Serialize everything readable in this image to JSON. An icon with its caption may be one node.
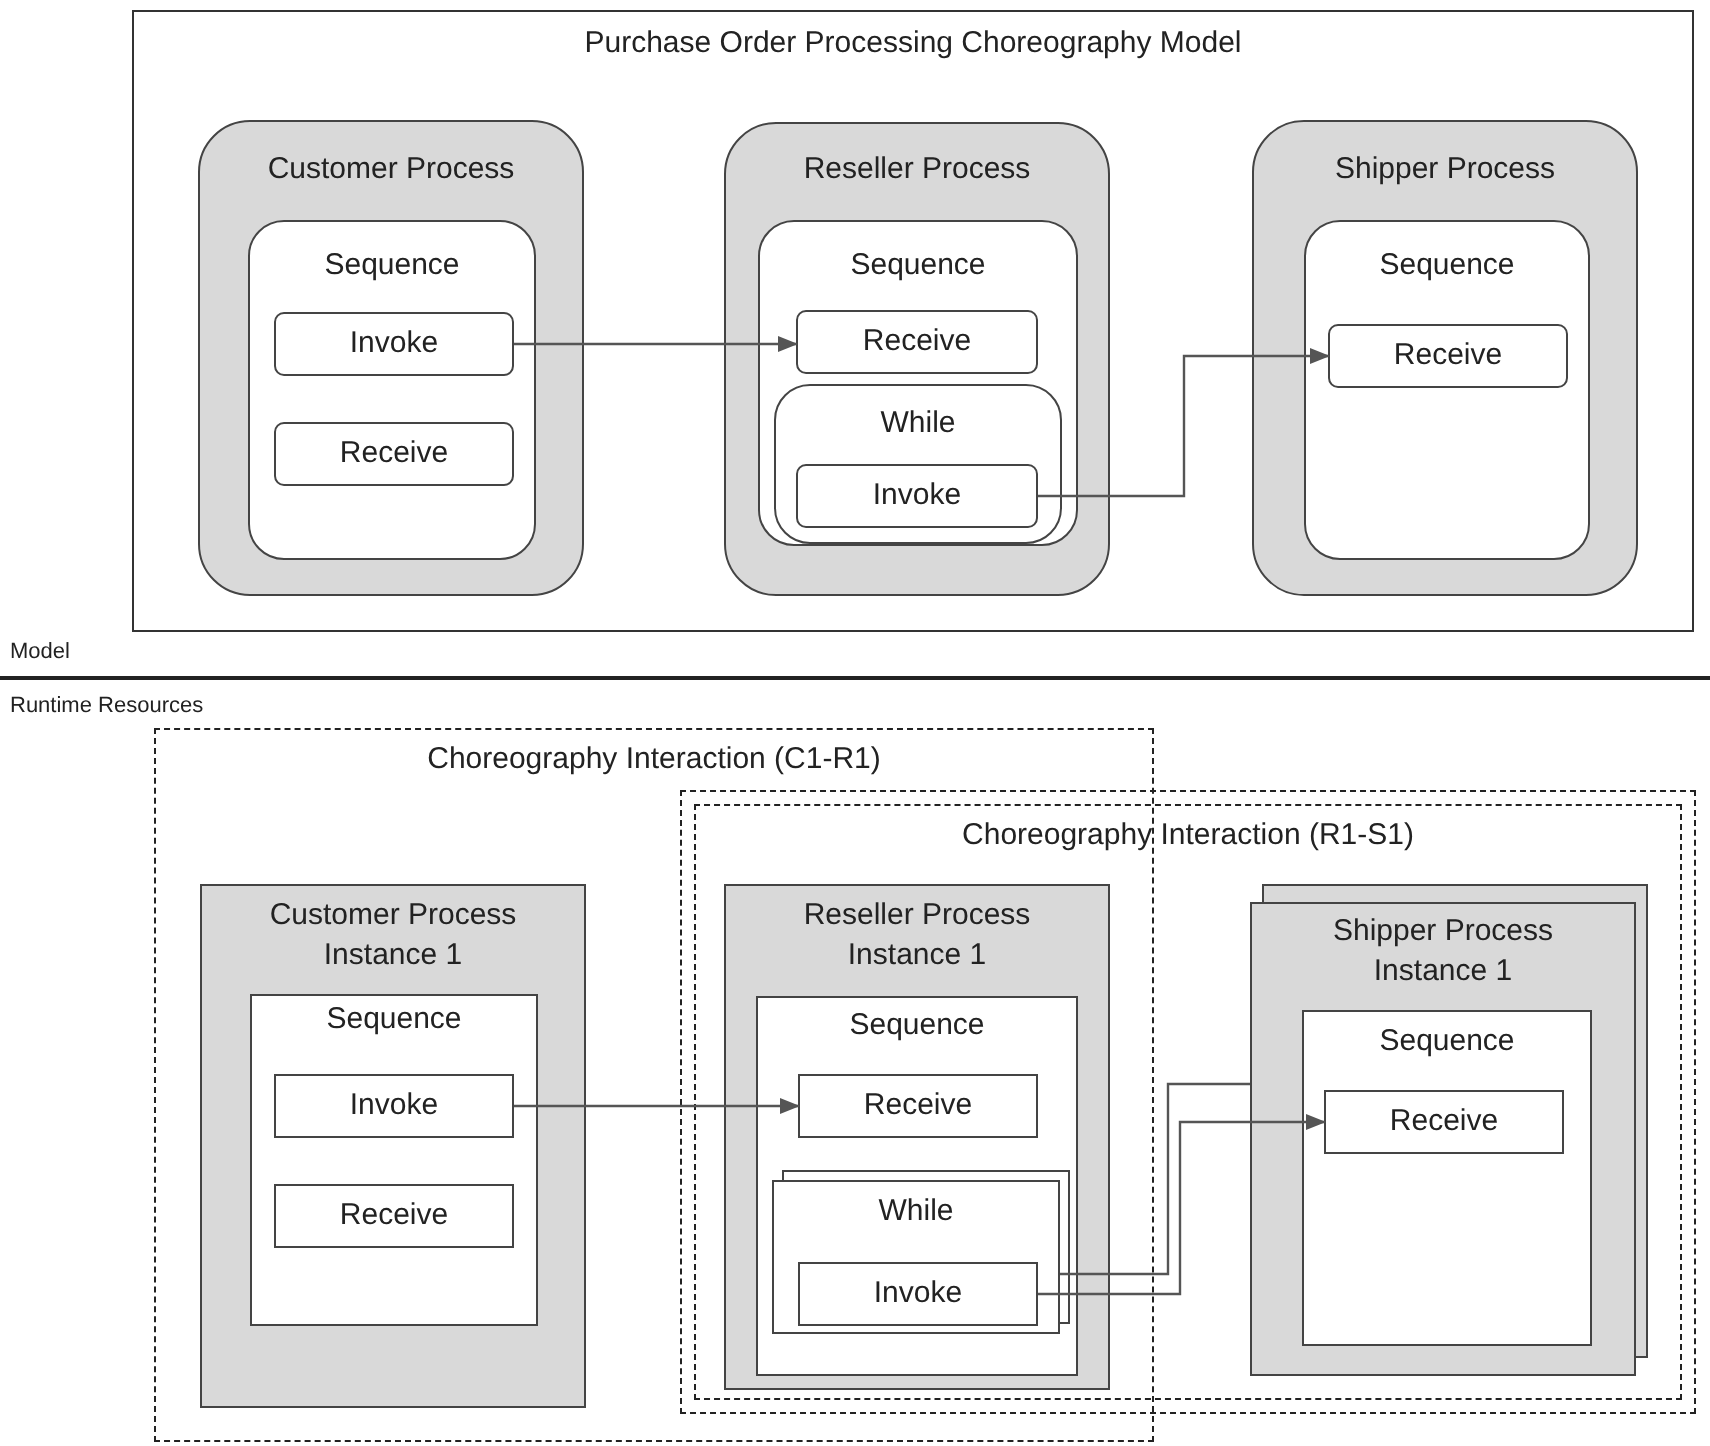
{
  "diagram": {
    "nodes": [
      {
        "text": [
          "Purchase Order Processing Choreography Model"
        ]
      },
      {
        "text": [
          "Customer Process"
        ],
        "in": 0
      },
      {
        "text": [
          "Sequence"
        ],
        "in": 1
      },
      {
        "text": [
          "Invoke"
        ],
        "in": 2
      },
      {
        "text": [
          "Receive"
        ],
        "in": 2
      },
      {
        "text": [
          "Reseller Process"
        ],
        "in": 0
      },
      {
        "text": [
          "Sequence"
        ],
        "in": 5
      },
      {
        "text": [
          "Receive"
        ],
        "in": 6
      },
      {
        "text": [
          "While"
        ],
        "in": 6
      },
      {
        "text": [
          "Invoke"
        ],
        "in": 8
      },
      {
        "text": [
          "Shipper Process"
        ],
        "in": 0
      },
      {
        "text": [
          "Sequence"
        ],
        "in": 10
      },
      {
        "text": [
          "Receive"
        ],
        "in": 11
      },
      {
        "text": [
          "Choreography Interaction (C1-R1)"
        ]
      },
      {
        "text": [
          "Choreography Interaction (R1-S1)"
        ]
      },
      {
        "text": [
          "Customer Process Instance 1"
        ],
        "in": 13
      },
      {
        "text": [
          "Sequence"
        ],
        "in": 15
      },
      {
        "text": [
          "Invoke"
        ],
        "in": 16
      },
      {
        "text": [
          "Receive"
        ],
        "in": 16
      },
      {
        "text": [
          "Reseller Process Instance 1"
        ]
      },
      {
        "text": [
          "Sequence"
        ],
        "in": 19
      },
      {
        "text": [
          "Receive"
        ],
        "in": 20
      },
      {
        "text": [
          "While"
        ],
        "in": 20
      },
      {
        "text": [
          "Invoke"
        ],
        "in": 22
      },
      {
        "text": [
          "Shipper Process Instance 1"
        ],
        "in": 14
      },
      {
        "text": [
          "Sequence"
        ],
        "in": 24
      },
      {
        "text": [
          "Receive"
        ],
        "in": 25
      }
    ],
    "edges": [
      {
        "from": 3,
        "to": 7,
        "arrow": "to"
      },
      {
        "from": 9,
        "to": 12,
        "arrow": "to"
      },
      {
        "from": 17,
        "to": 21,
        "arrow": "to"
      },
      {
        "from": 23,
        "to": 26,
        "arrow": "to"
      },
      {
        "from": 22,
        "to": 24,
        "arrow": "none"
      }
    ],
    "labels": [
      "Model",
      "Runtime Resources"
    ]
  }
}
